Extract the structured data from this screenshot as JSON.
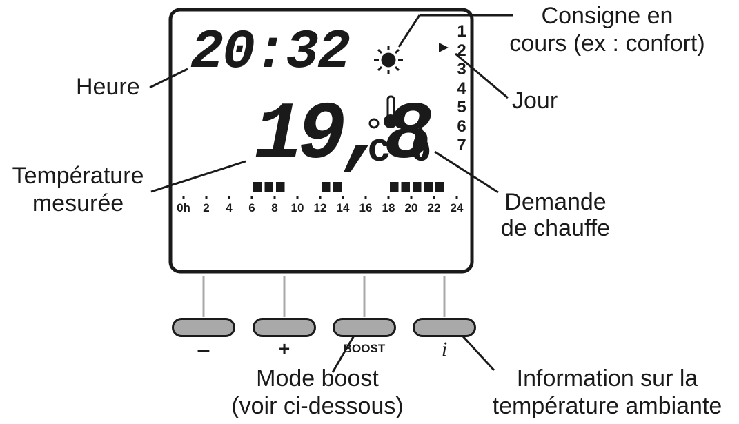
{
  "display": {
    "time": "20:32",
    "temperature": "19,8",
    "temperature_unit": "c",
    "days": [
      "1",
      "2",
      "3",
      "4",
      "5",
      "6",
      "7"
    ],
    "current_day_index": 1,
    "current_day_marker": "►",
    "hours": [
      "0h",
      "2",
      "4",
      "6",
      "8",
      "10",
      "12",
      "14",
      "16",
      "18",
      "20",
      "22",
      "24"
    ],
    "program_blocks": [
      {
        "start": 6,
        "end": 9
      },
      {
        "start": 12,
        "end": 14
      },
      {
        "start": 18,
        "end": 23
      }
    ],
    "icons": {
      "setpoint": "sun-icon",
      "thermometer": "thermometer-icon",
      "heating_demand": "flame-icon"
    }
  },
  "buttons": [
    {
      "name": "minus",
      "label": "–"
    },
    {
      "name": "plus",
      "label": "+"
    },
    {
      "name": "boost",
      "label": "BOOST"
    },
    {
      "name": "info",
      "label": "i"
    }
  ],
  "callouts": {
    "heure": "Heure",
    "consigne_line1": "Consigne en",
    "consigne_line2": "cours (ex : confort)",
    "jour": "Jour",
    "temperature_line1": "Température",
    "temperature_line2": "mesurée",
    "demande_line1": "Demande",
    "demande_line2": "de chauffe",
    "boost_line1": "Mode boost",
    "boost_line2": "(voir ci-dessous)",
    "info_line1": "Information sur la",
    "info_line2": "température ambiante"
  },
  "colors": {
    "line": "#1a1a1a",
    "button_fill": "#a9a9a9",
    "stem": "#a9a9a9"
  }
}
